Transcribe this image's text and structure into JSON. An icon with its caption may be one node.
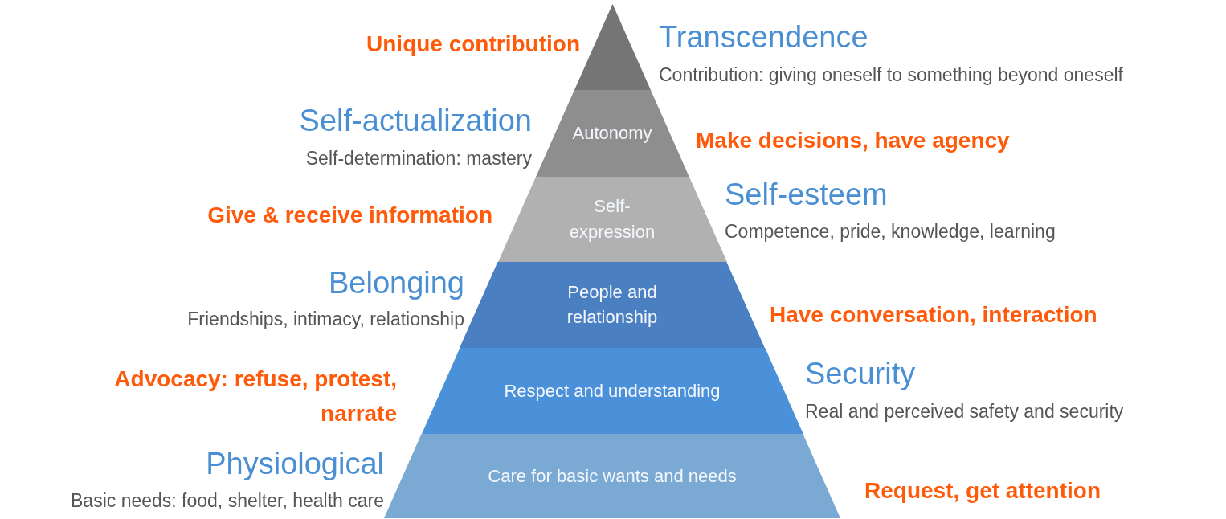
{
  "diagram": {
    "nodes": [
      {
        "text": [],
        "shape": "triangle",
        "beside": [
          "Unique contribution",
          "Transcendence",
          "Contribution: giving oneself to something beyond oneself"
        ]
      },
      {
        "text": [
          "Autonomy"
        ],
        "beside": [
          "Self-actualization",
          "Self-determination: mastery",
          "Make decisions, have agency"
        ]
      },
      {
        "text": [
          "Self- expression"
        ],
        "beside": [
          "Give & receive information",
          "Self-esteem",
          "Competence, pride, knowledge, learning"
        ]
      },
      {
        "text": [
          "People and relationship"
        ],
        "beside": [
          "Belonging",
          "Friendships, intimacy, relationship",
          "Have conversation, interaction"
        ]
      },
      {
        "text": [
          "Respect and understanding"
        ],
        "beside": [
          "Advocacy: refuse, protest, narrate",
          "Security",
          "Real and perceived safety and security"
        ]
      },
      {
        "text": [
          "Care for basic wants and needs"
        ],
        "beside": [
          "Physiological",
          "Basic needs: food, shelter, health care",
          "Request, get attention"
        ]
      }
    ]
  }
}
